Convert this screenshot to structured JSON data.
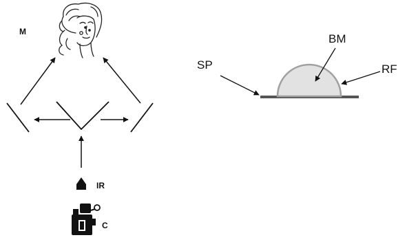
{
  "left_figure": {
    "labels": {
      "model": "M",
      "infrared_source": "IR",
      "camera": "C"
    }
  },
  "right_figure": {
    "labels": {
      "support_plate": "SP",
      "bone_marker": "BM",
      "reflective_film": "RF"
    },
    "colors": {
      "dome_fill": "#e2e2e2",
      "dome_outline": "#a0a0a0",
      "plate": "#555555"
    }
  }
}
